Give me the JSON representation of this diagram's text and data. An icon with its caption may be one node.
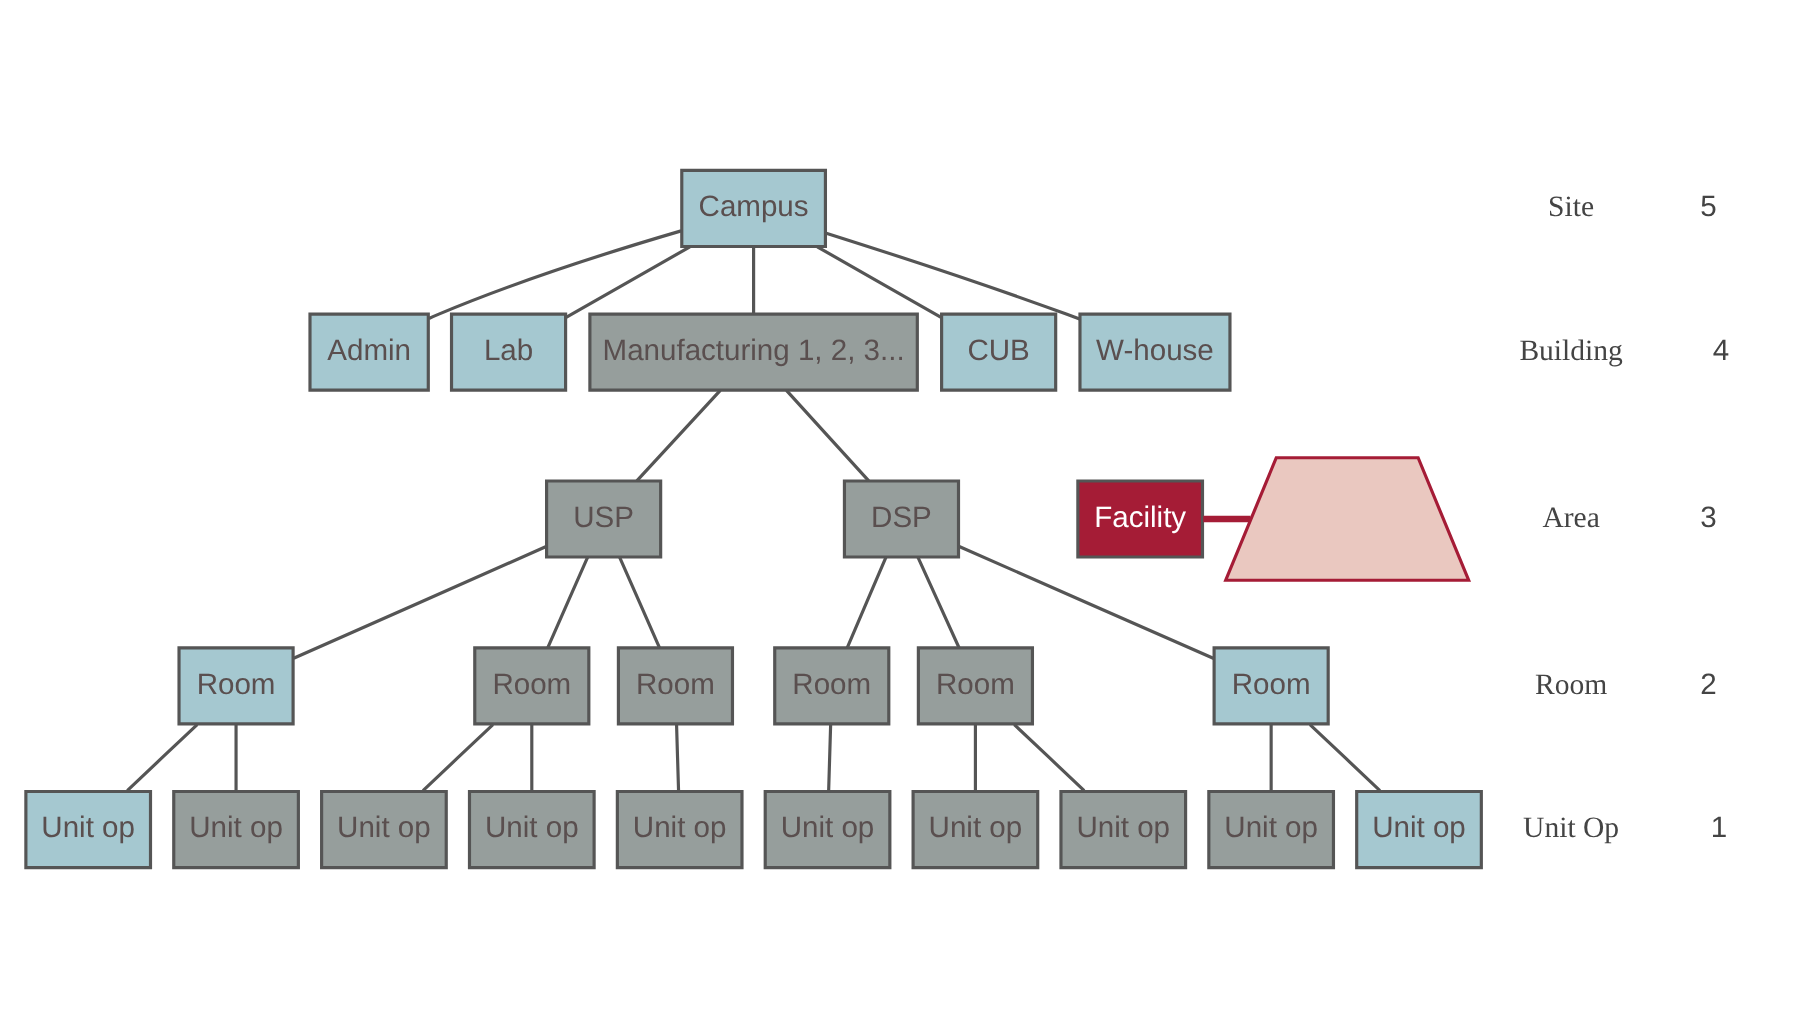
{
  "diagram": {
    "nodes": [
      {
        "text": [
          "Campus"
        ]
      },
      {
        "text": [
          "Admin"
        ]
      },
      {
        "text": [
          "Lab"
        ]
      },
      {
        "text": [
          "Manufacturing 1, 2, 3..."
        ]
      },
      {
        "text": [
          "CUB"
        ]
      },
      {
        "text": [
          "W-house"
        ]
      },
      {
        "text": [
          "USP"
        ]
      },
      {
        "text": [
          "DSP"
        ]
      },
      {
        "text": [
          "Room"
        ]
      },
      {
        "text": [
          "Room"
        ]
      },
      {
        "text": [
          "Room"
        ]
      },
      {
        "text": [
          "Room"
        ]
      },
      {
        "text": [
          "Room"
        ]
      },
      {
        "text": [
          "Room"
        ]
      },
      {
        "text": [
          "Unit op"
        ]
      },
      {
        "text": [
          "Unit op"
        ]
      },
      {
        "text": [
          "Unit op"
        ]
      },
      {
        "text": [
          "Unit op"
        ]
      },
      {
        "text": [
          "Unit op"
        ]
      },
      {
        "text": [
          "Unit op"
        ]
      },
      {
        "text": [
          "Unit op"
        ]
      },
      {
        "text": [
          "Unit op"
        ]
      },
      {
        "text": [
          "Unit op"
        ]
      },
      {
        "text": [
          "Unit op"
        ]
      },
      {
        "text": [
          "Facility"
        ]
      },
      {
        "text": [],
        "shape": "trapezoid"
      }
    ],
    "edges": [
      {
        "from": 0,
        "to": 1,
        "arrow": "none"
      },
      {
        "from": 0,
        "to": 2,
        "arrow": "none"
      },
      {
        "from": 0,
        "to": 3,
        "arrow": "none"
      },
      {
        "from": 0,
        "to": 4,
        "arrow": "none"
      },
      {
        "from": 0,
        "to": 5,
        "arrow": "none"
      },
      {
        "from": 3,
        "to": 6,
        "arrow": "none"
      },
      {
        "from": 3,
        "to": 7,
        "arrow": "none"
      },
      {
        "from": 6,
        "to": 8,
        "arrow": "none"
      },
      {
        "from": 6,
        "to": 9,
        "arrow": "none"
      },
      {
        "from": 6,
        "to": 10,
        "arrow": "none"
      },
      {
        "from": 7,
        "to": 11,
        "arrow": "none"
      },
      {
        "from": 7,
        "to": 12,
        "arrow": "none"
      },
      {
        "from": 7,
        "to": 13,
        "arrow": "none"
      },
      {
        "from": 8,
        "to": 14,
        "arrow": "none"
      },
      {
        "from": 8,
        "to": 15,
        "arrow": "none"
      },
      {
        "from": 9,
        "to": 16,
        "arrow": "none"
      },
      {
        "from": 9,
        "to": 17,
        "arrow": "none"
      },
      {
        "from": 10,
        "to": 18,
        "arrow": "none"
      },
      {
        "from": 11,
        "to": 19,
        "arrow": "none"
      },
      {
        "from": 12,
        "to": 20,
        "arrow": "none"
      },
      {
        "from": 12,
        "to": 21,
        "arrow": "none"
      },
      {
        "from": 13,
        "to": 22,
        "arrow": "none"
      },
      {
        "from": 13,
        "to": 23,
        "arrow": "none"
      },
      {
        "from": 24,
        "to": 25,
        "arrow": "none",
        "style": "thick",
        "color": "#a51c36"
      }
    ],
    "labels": [
      "Site",
      "5",
      "Building",
      "4",
      "Area",
      "3",
      "Room",
      "2",
      "Unit Op",
      "1"
    ]
  }
}
